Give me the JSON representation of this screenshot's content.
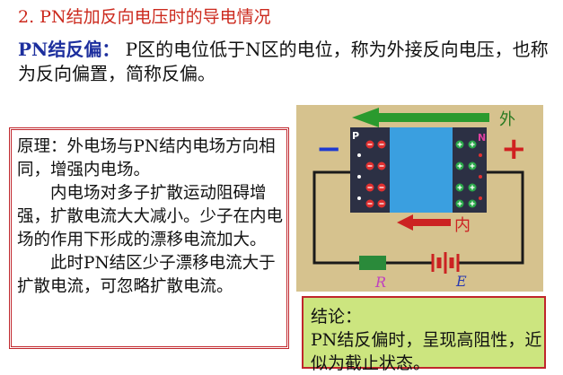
{
  "heading": "2. PN结加反向电压时的导电情况",
  "intro": {
    "term": "PN结反偏：",
    "text": " P区的电位低于N区的电位，称为外接反向电压，也称为反向偏置，简称反偏。"
  },
  "explanation": {
    "p1": "原理：外电场与PN结内电场方向相同，增强内电场。",
    "p2": "内电场对多子扩散运动阻碍增强，扩散电流大大减小。少子在内电场的作用下形成的漂移电流加大。",
    "p3": "此时PN结区少子漂移电流大于扩散电流，可忽略扩散电流。"
  },
  "diagram": {
    "p_label": "P",
    "n_label": "N",
    "outer_field_label": "外",
    "inner_field_label": "内",
    "minus_sign": "−",
    "plus_sign": "+",
    "resistor_label": "R",
    "battery_label": "E",
    "colors": {
      "background": "#d6c28e",
      "p_region": "#2c3044",
      "n_region": "#2c3044",
      "depletion": "#3a9fe0",
      "outer_arrow": "#2a9a2e",
      "inner_arrow": "#cc2222",
      "resistor": "#2a8a3a",
      "battery": "#cc2222"
    }
  },
  "conclusion": {
    "title": "结论：",
    "text": "PN结反偏时，呈现高阻性，近似为截止状态。"
  }
}
